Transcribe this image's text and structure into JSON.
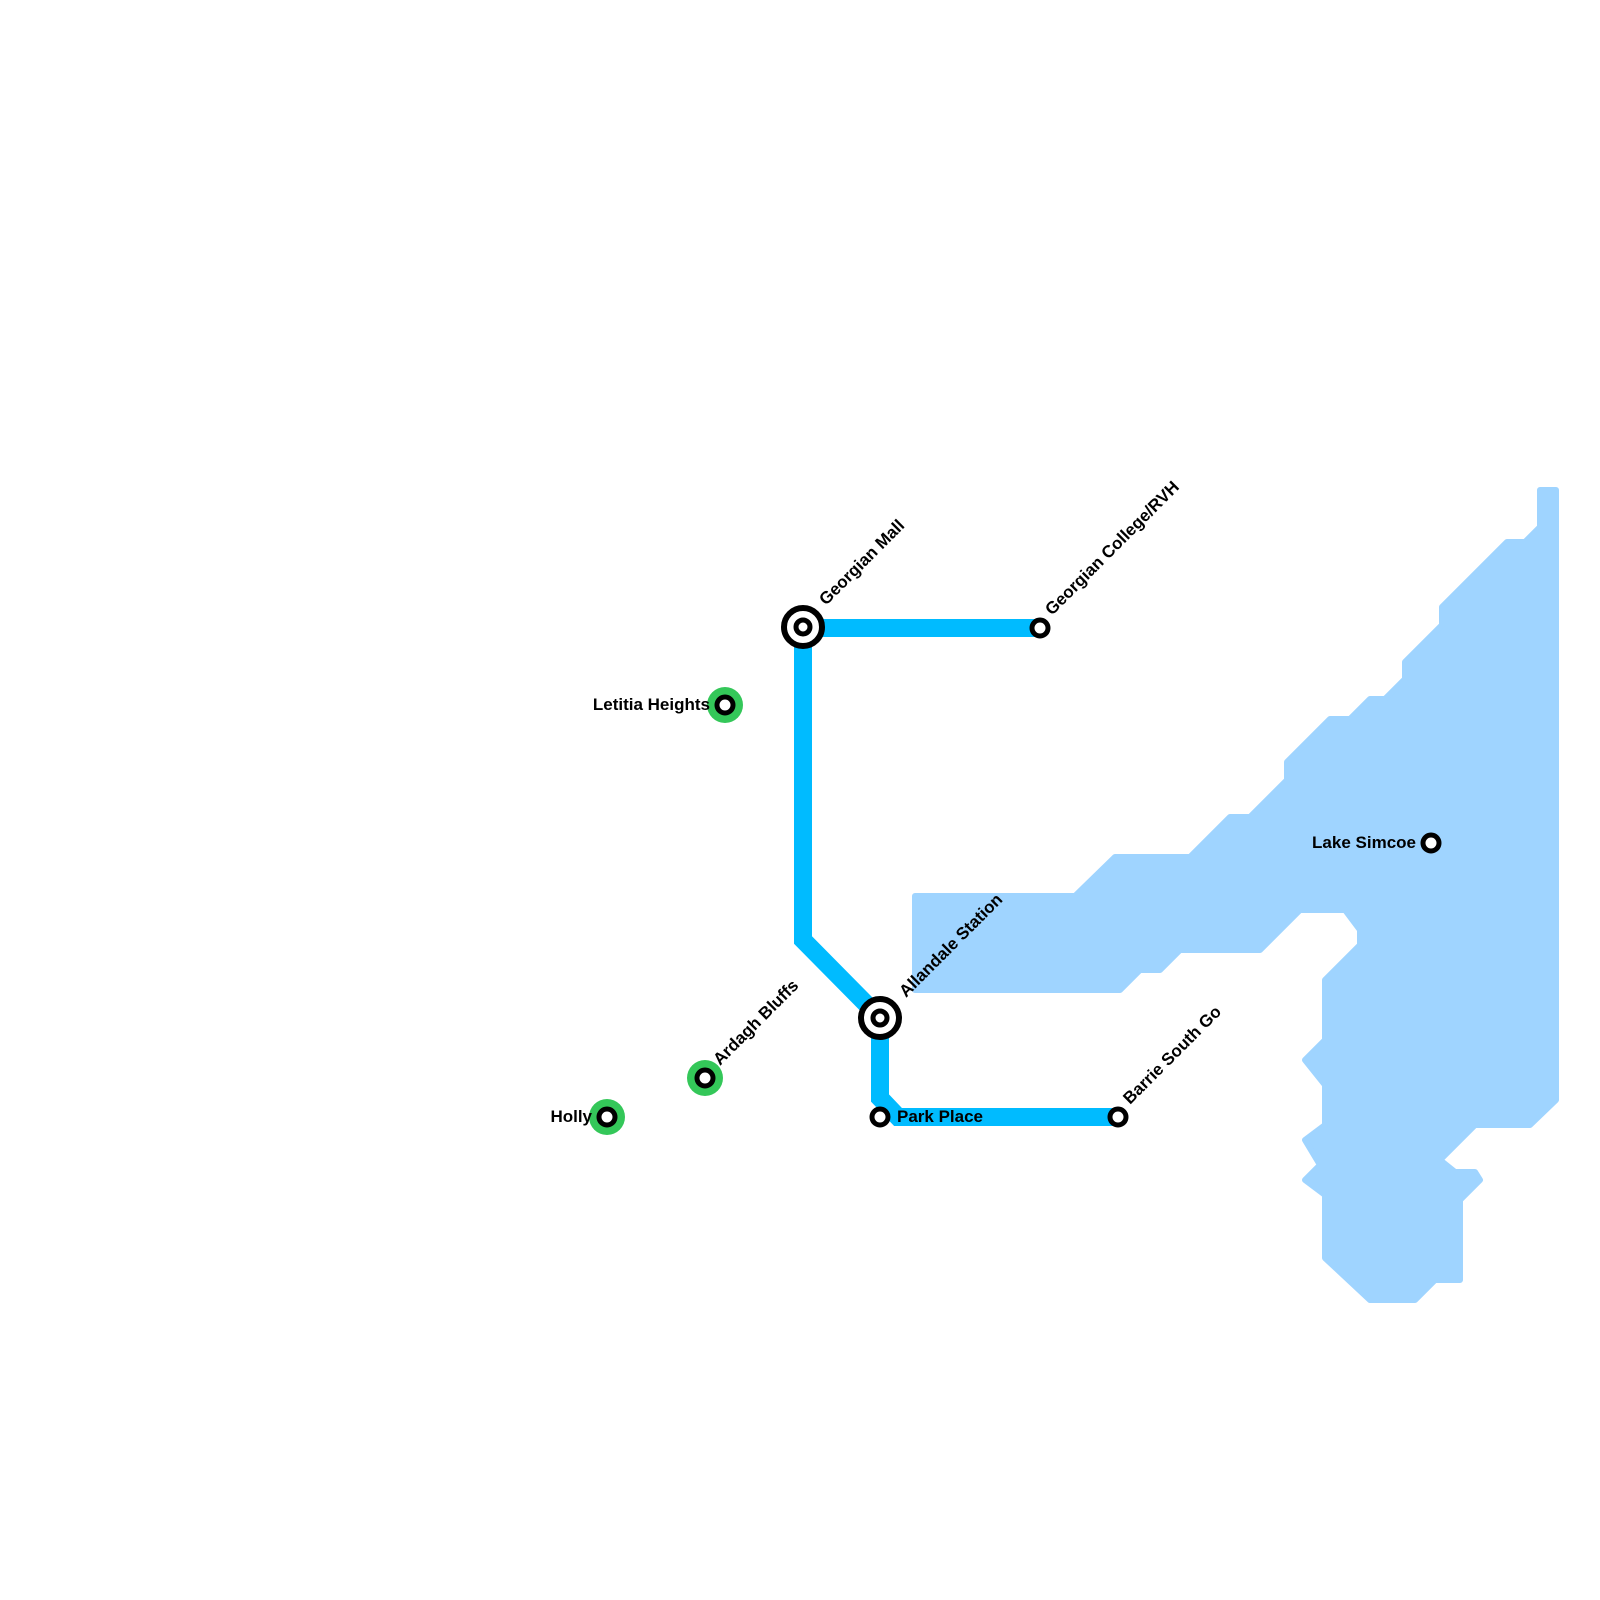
{
  "colors": {
    "line": "#00BBFF",
    "water": "#9FD4FF",
    "green_ring": "#34C759",
    "station": "#000000"
  },
  "water": {
    "name": "Lake Simcoe"
  },
  "stations": {
    "georgian_mall": {
      "label": "Georgian Mall",
      "type": "interchange"
    },
    "georgian_college": {
      "label": "Georgian College/RVH",
      "type": "stop"
    },
    "allandale": {
      "label": "Allandale Station",
      "type": "interchange"
    },
    "park_place": {
      "label": "Park Place",
      "type": "stop"
    },
    "barrie_south": {
      "label": "Barrie South Go",
      "type": "stop"
    },
    "lake_simcoe": {
      "label": "Lake Simcoe",
      "type": "stop"
    },
    "letitia": {
      "label": "Letitia Heights",
      "type": "green-stop"
    },
    "ardagh": {
      "label": "Ardagh Bluffs",
      "type": "green-stop"
    },
    "holly": {
      "label": "Holly",
      "type": "green-stop"
    }
  }
}
